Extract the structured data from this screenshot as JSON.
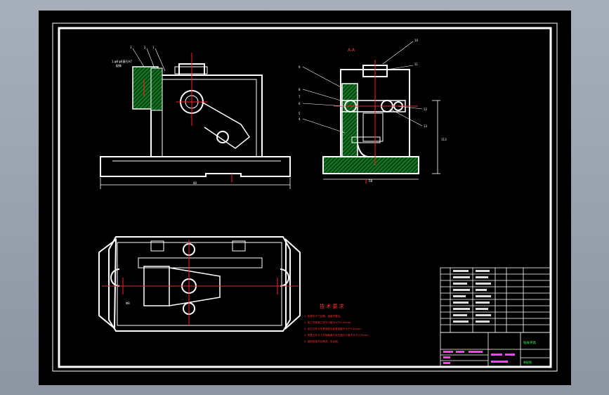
{
  "drawing": {
    "section_label": "A-A",
    "front_view": {
      "callout_a": "1.φ8 φ6基孔H7",
      "callout_b": "配做",
      "leaders": [
        "3",
        "2",
        "1"
      ],
      "width_dim": "80"
    },
    "side_view": {
      "callouts": [
        "9",
        "8",
        "7",
        "6",
        "5",
        "4"
      ],
      "right_leaders": [
        "10",
        "11",
        "12",
        "13"
      ],
      "height_dim": "113",
      "width_dim": "58"
    },
    "plan_view": {
      "note": "Φ8"
    },
    "tech_requirements": {
      "title": "技 术 要 求",
      "items": [
        "1. 各零件尺寸正确，组装完整后。",
        "2. 各工作表面之间平行度不大于0.02mm。",
        "3. 定位元件与夹具体配合面垂直度不大于0.02mm。",
        "4. 夹紧元件与工件接触面与定位面平行度不大于0.02mm。",
        "5. 装配前各件应清洗、去毛刺。"
      ]
    },
    "title_block": {
      "drawing_title": "钻床夹具",
      "drawing_no": "装配图"
    },
    "colors": {
      "outline": "#ffffff",
      "hatch": "#1faa3a",
      "red": "#ff2020",
      "text_red": "#ff3030",
      "magenta": "#ff40ff",
      "green_text": "#40ff40"
    }
  }
}
